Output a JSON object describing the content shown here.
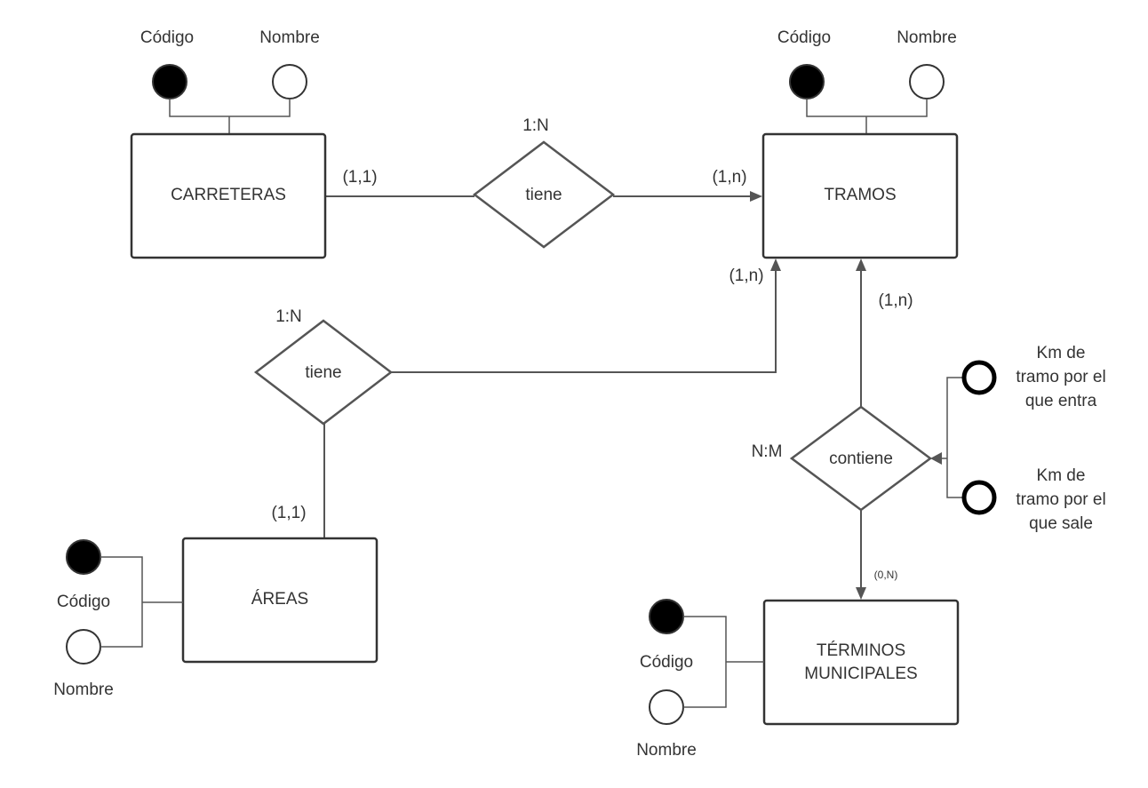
{
  "entities": {
    "carreteras": "CARRETERAS",
    "tramos": "TRAMOS",
    "areas": "ÁREAS",
    "terminos_line1": "TÉRMINOS",
    "terminos_line2": "MUNICIPALES"
  },
  "relationships": {
    "tiene_top": "tiene",
    "tiene_mid": "tiene",
    "contiene": "contiene"
  },
  "cardinalities": {
    "tiene_top_type": "1:N",
    "tiene_mid_type": "1:N",
    "contiene_type": "N:M",
    "carreteras_side": "(1,1)",
    "tramos_from_carreteras": "(1,n)",
    "tramos_from_areas": "(1,n)",
    "tramos_from_terminos": "(1,n)",
    "areas_side": "(1,1)",
    "terminos_side": "(0,N)"
  },
  "attributes": {
    "carreteras_codigo": "Código",
    "carreteras_nombre": "Nombre",
    "tramos_codigo": "Código",
    "tramos_nombre": "Nombre",
    "areas_codigo": "Código",
    "areas_nombre": "Nombre",
    "terminos_codigo": "Código",
    "terminos_nombre": "Nombre",
    "km_entra": [
      "Km de",
      "tramo por el",
      "que entra"
    ],
    "km_sale": [
      "Km de",
      "tramo por el",
      "que sale"
    ]
  },
  "colors": {
    "line": "#555555",
    "key_attribute_fill": "#000000",
    "attribute_fill": "#ffffff"
  }
}
